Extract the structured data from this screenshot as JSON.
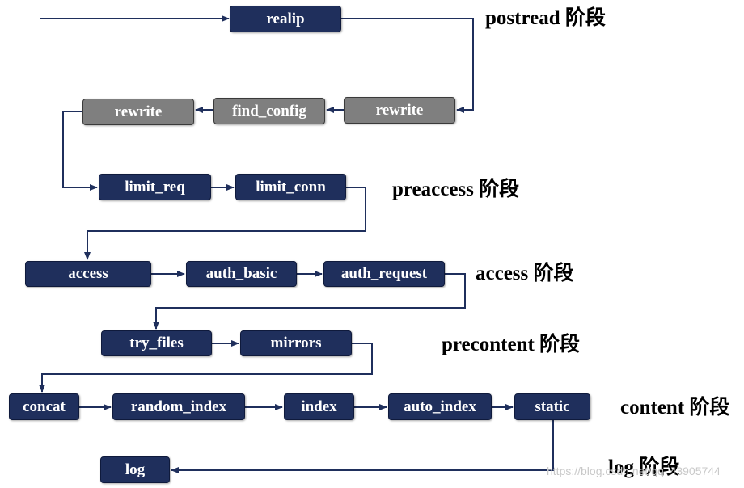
{
  "colors": {
    "module": "#1f2f5c",
    "grey_module": "#7f7f7f",
    "arrow": "#1f2f5c"
  },
  "modules": {
    "realip": "realip",
    "rewrite_post": "rewrite",
    "find_config": "find_config",
    "rewrite_server": "rewrite",
    "limit_req": "limit_req",
    "limit_conn": "limit_conn",
    "access": "access",
    "auth_basic": "auth_basic",
    "auth_request": "auth_request",
    "try_files": "try_files",
    "mirrors": "mirrors",
    "concat": "concat",
    "random_index": "random_index",
    "index": "index",
    "auto_index": "auto_index",
    "static": "static",
    "log": "log"
  },
  "phases": {
    "postread": "postread 阶段",
    "preaccess": "preaccess 阶段",
    "access": "access 阶段",
    "precontent": "precontent 阶段",
    "content": "content 阶段",
    "log": "log 阶段"
  },
  "watermark": "https://blog.csdn.net/qq_43905744"
}
